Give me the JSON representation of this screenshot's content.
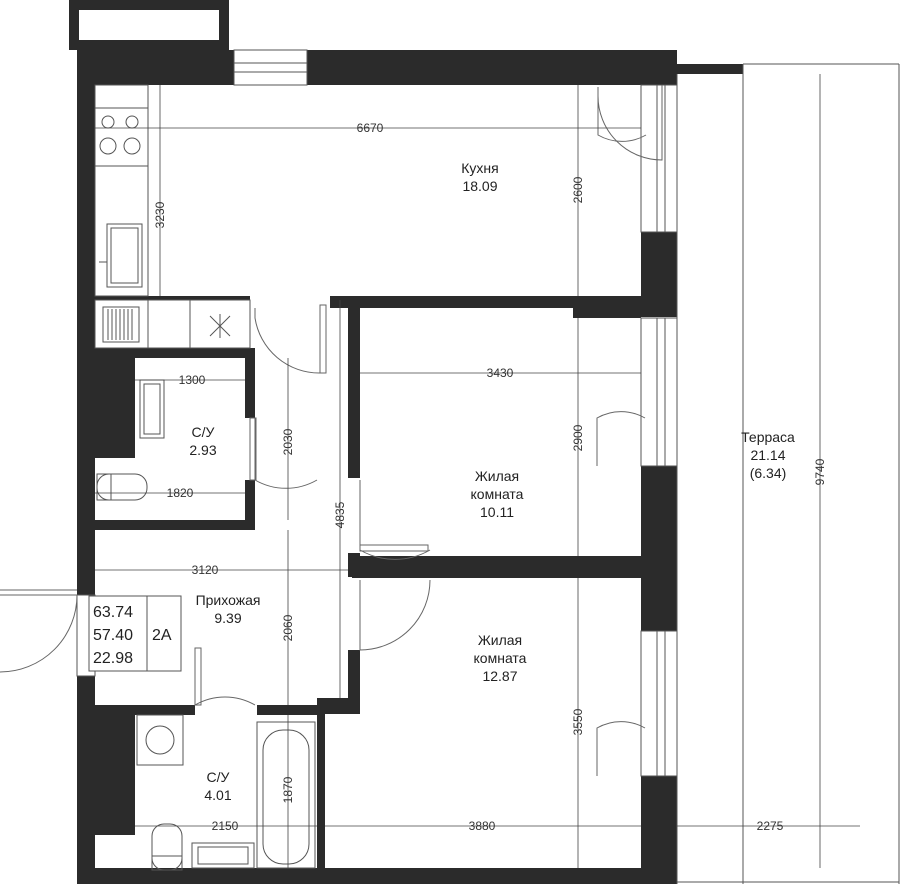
{
  "rooms": {
    "kitchen": {
      "name": "Кухня",
      "area": "18.09"
    },
    "wc1": {
      "name": "С/У",
      "area": "2.93"
    },
    "living1": {
      "name1": "Жилая",
      "name2": "комната",
      "area": "10.11"
    },
    "hallway": {
      "name": "Прихожая",
      "area": "9.39"
    },
    "living2": {
      "name1": "Жилая",
      "name2": "комната",
      "area": "12.87"
    },
    "wc2": {
      "name": "С/У",
      "area": "4.01"
    },
    "terrace": {
      "name": "Терраса",
      "area": "21.14",
      "area2": "(6.34)"
    }
  },
  "dimensions": {
    "kitchen_width": "6670",
    "kitchen_left_height": "3230",
    "kitchen_right_height": "2600",
    "living1_width": "3430",
    "living1_height": "2900",
    "wc1_top_width": "1300",
    "wc1_bottom_width": "1820",
    "corridor_height": "2030",
    "hall_height_total": "4835",
    "hall_width": "3120",
    "hall_lower_height": "2060",
    "wc2_width": "2150",
    "wc2_height": "1870",
    "living2_width": "3880",
    "living2_height": "3550",
    "terrace_width": "2275",
    "terrace_height": "9740"
  },
  "summary": {
    "total": "63.74",
    "living": "57.40",
    "rooms": "22.98",
    "type": "2А"
  }
}
